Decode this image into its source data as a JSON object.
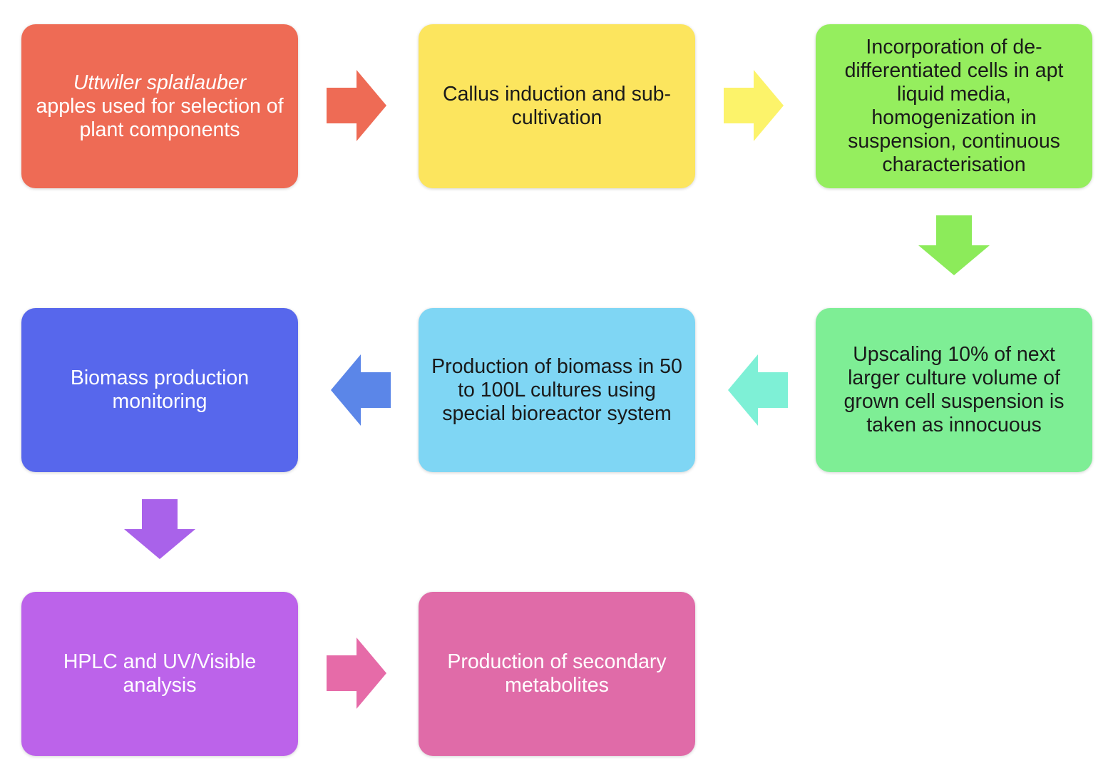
{
  "steps": [
    {
      "id": "s1",
      "italic": "Uttwiler splatlauber",
      "text": "apples used for selection of plant components",
      "color": "#EE6B55",
      "text_color": "light"
    },
    {
      "id": "s2",
      "text": "Callus induction and sub-cultivation",
      "color": "#FCE55E",
      "text_color": "dark"
    },
    {
      "id": "s3",
      "text": "Incorporation of de-differentiated cells in apt liquid media, homogenization in suspension, continuous characterisation",
      "color": "#95EE5E",
      "text_color": "dark"
    },
    {
      "id": "s4",
      "text": "Upscaling 10% of next larger culture volume of grown cell suspension is taken as innocuous",
      "color": "#7EEE95",
      "text_color": "dark"
    },
    {
      "id": "s5",
      "text": "Production of biomass in 50 to 100L cultures using special bioreactor system",
      "color": "#7FD6F4",
      "text_color": "dark"
    },
    {
      "id": "s6",
      "text": "Biomass production monitoring",
      "color": "#5767EC",
      "text_color": "light"
    },
    {
      "id": "s7",
      "text": "HPLC and UV/Visible analysis",
      "color": "#BC63EA",
      "text_color": "light"
    },
    {
      "id": "s8",
      "text": "Production of secondary metabolites",
      "color": "#E06BA8",
      "text_color": "light"
    }
  ],
  "arrows": [
    {
      "id": "a1",
      "direction": "right",
      "color": "#EE6B55"
    },
    {
      "id": "a2",
      "direction": "right",
      "color": "#FCF36A"
    },
    {
      "id": "a3",
      "direction": "down",
      "color": "#8CEB5A"
    },
    {
      "id": "a4",
      "direction": "left",
      "color": "#7EF0D6"
    },
    {
      "id": "a5",
      "direction": "left",
      "color": "#5B86E8"
    },
    {
      "id": "a6",
      "direction": "down",
      "color": "#A962EA"
    },
    {
      "id": "a7",
      "direction": "right",
      "color": "#E66BA8"
    }
  ]
}
